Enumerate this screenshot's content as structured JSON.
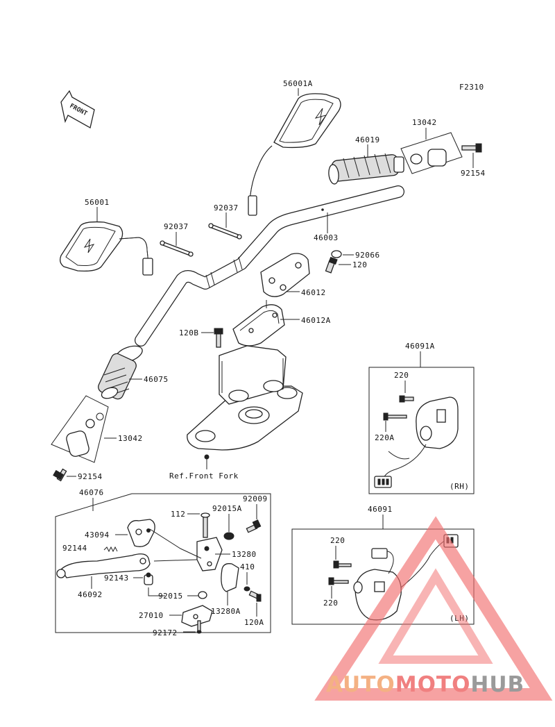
{
  "figure_code": "F2310",
  "front_arrow_text": "FRONT",
  "ref_front_fork": "Ref.Front Fork",
  "rh_tag": "(RH)",
  "lh_tag": "(LH)",
  "labels": {
    "p56001A": "56001A",
    "p13042_top": "13042",
    "p46019": "46019",
    "p92154_top": "92154",
    "p56001": "56001",
    "p92037_a": "92037",
    "p92037_b": "92037",
    "p46003": "46003",
    "p92066": "92066",
    "p120": "120",
    "p46012": "46012",
    "p46012A": "46012A",
    "p120B": "120B",
    "p46075": "46075",
    "p13042_bot": "13042",
    "p92154_bot": "92154",
    "p46091A": "46091A",
    "p220_rh": "220",
    "p220A_rh": "220A",
    "p46076": "46076",
    "p112": "112",
    "p92015A": "92015A",
    "p92009": "92009",
    "p43094": "43094",
    "p92144": "92144",
    "p13280": "13280",
    "p410": "410",
    "p92143": "92143",
    "p46092": "46092",
    "p92015": "92015",
    "p13280A": "13280A",
    "p120A": "120A",
    "p27010": "27010",
    "p92172": "92172",
    "p46091": "46091",
    "p220_lh_a": "220",
    "p220_lh_b": "220"
  },
  "watermark": {
    "part1": "AUTO",
    "part2": "MOTO",
    "part3": "HUB",
    "color1": "#f4b183",
    "color2": "#f08080",
    "color3": "#9a9a9a",
    "triangle_color": "#f26d6d"
  }
}
